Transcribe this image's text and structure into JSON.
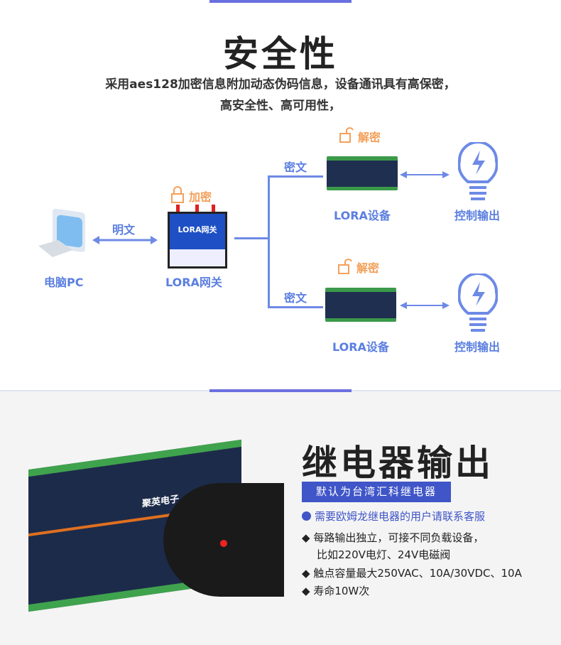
{
  "security": {
    "title": "安全性",
    "desc_line1": "采用aes128加密信息附加动态伪码信息，设备通讯具有高保密，",
    "desc_line2": "高安全性、高可用性，"
  },
  "diagram": {
    "pc_label": "电脑PC",
    "plaintext_label": "明文",
    "gateway_label": "LORA网关",
    "gateway_screen_text": "LORA网关",
    "encrypt_label": "加密",
    "branches": [
      {
        "cipher_label": "密文",
        "decrypt_label": "解密",
        "device_label": "LORA设备",
        "output_label": "控制输出"
      },
      {
        "cipher_label": "密文",
        "decrypt_label": "解密",
        "device_label": "LORA设备",
        "output_label": "控制输出"
      }
    ],
    "icons": {
      "pc": "computer-icon",
      "lock": "lock-icon",
      "output": "lightning-bulb-icon"
    }
  },
  "relay": {
    "title": "继电器输出",
    "banner": "默认为台湾汇科继电器",
    "support": "需要欧姆龙继电器的用户请联系客服",
    "support_icon": "customer-service-icon",
    "bullets": [
      {
        "line1": "每路输出独立，可接不同负载设备，",
        "line2": "比如220V电灯、24V电磁阀"
      },
      {
        "line1": "触点容量最大250VAC、10A/30VDC、10A"
      },
      {
        "line1": "寿命10W次"
      }
    ],
    "device_brand": "聚英电子"
  },
  "colors": {
    "accent": "#6a6fe0",
    "label_blue": "#5b7fe0",
    "lock_orange": "#f4a05a",
    "banner_blue": "#3f55c8"
  }
}
